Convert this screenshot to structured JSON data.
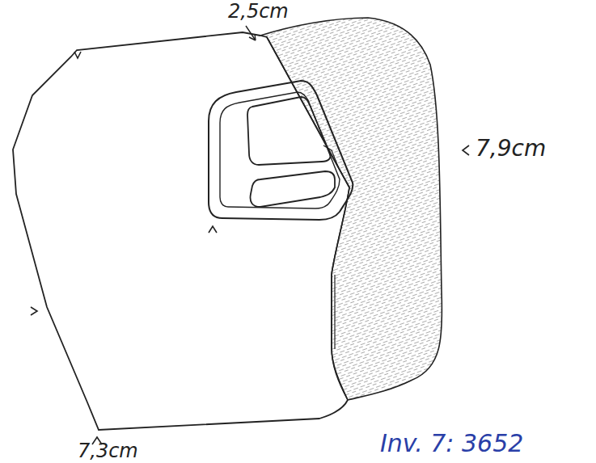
{
  "diagram": {
    "labels": [
      "2,5cm",
      "7,9cm",
      "7,3cm",
      "Inv. 7: 3652"
    ]
  }
}
